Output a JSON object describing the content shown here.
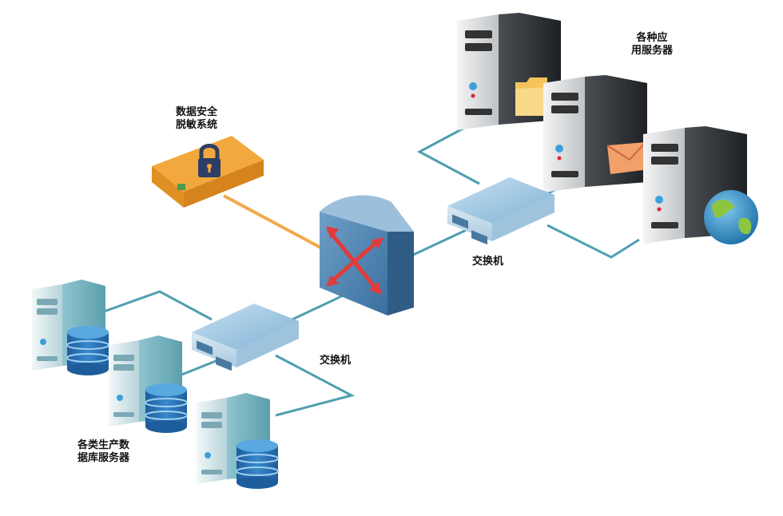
{
  "labels": {
    "masking_system": [
      "数据安全",
      "脱敏系统"
    ],
    "app_servers": [
      "各种应",
      "用服务器"
    ],
    "switch_right": "交换机",
    "switch_left": "交换机",
    "db_servers": [
      "各类生产数",
      "据库服务器"
    ]
  },
  "colors": {
    "link_teal": "#4f9fb0",
    "link_orange": "#f2a94a",
    "masking_box": "#f2a83c",
    "router_blue": "#3f78a8",
    "switch_blue": "#7fb2d6",
    "server_dark": "#2b2f33",
    "server_light": "#b9dbe3",
    "db_blue": "#2d73b5"
  },
  "icons": {
    "masking": "padlock-icon",
    "router": "crossed-arrows-icon",
    "folder": "folder-icon",
    "mail": "envelope-icon",
    "globe": "globe-icon",
    "db": "database-cylinder-icon"
  }
}
